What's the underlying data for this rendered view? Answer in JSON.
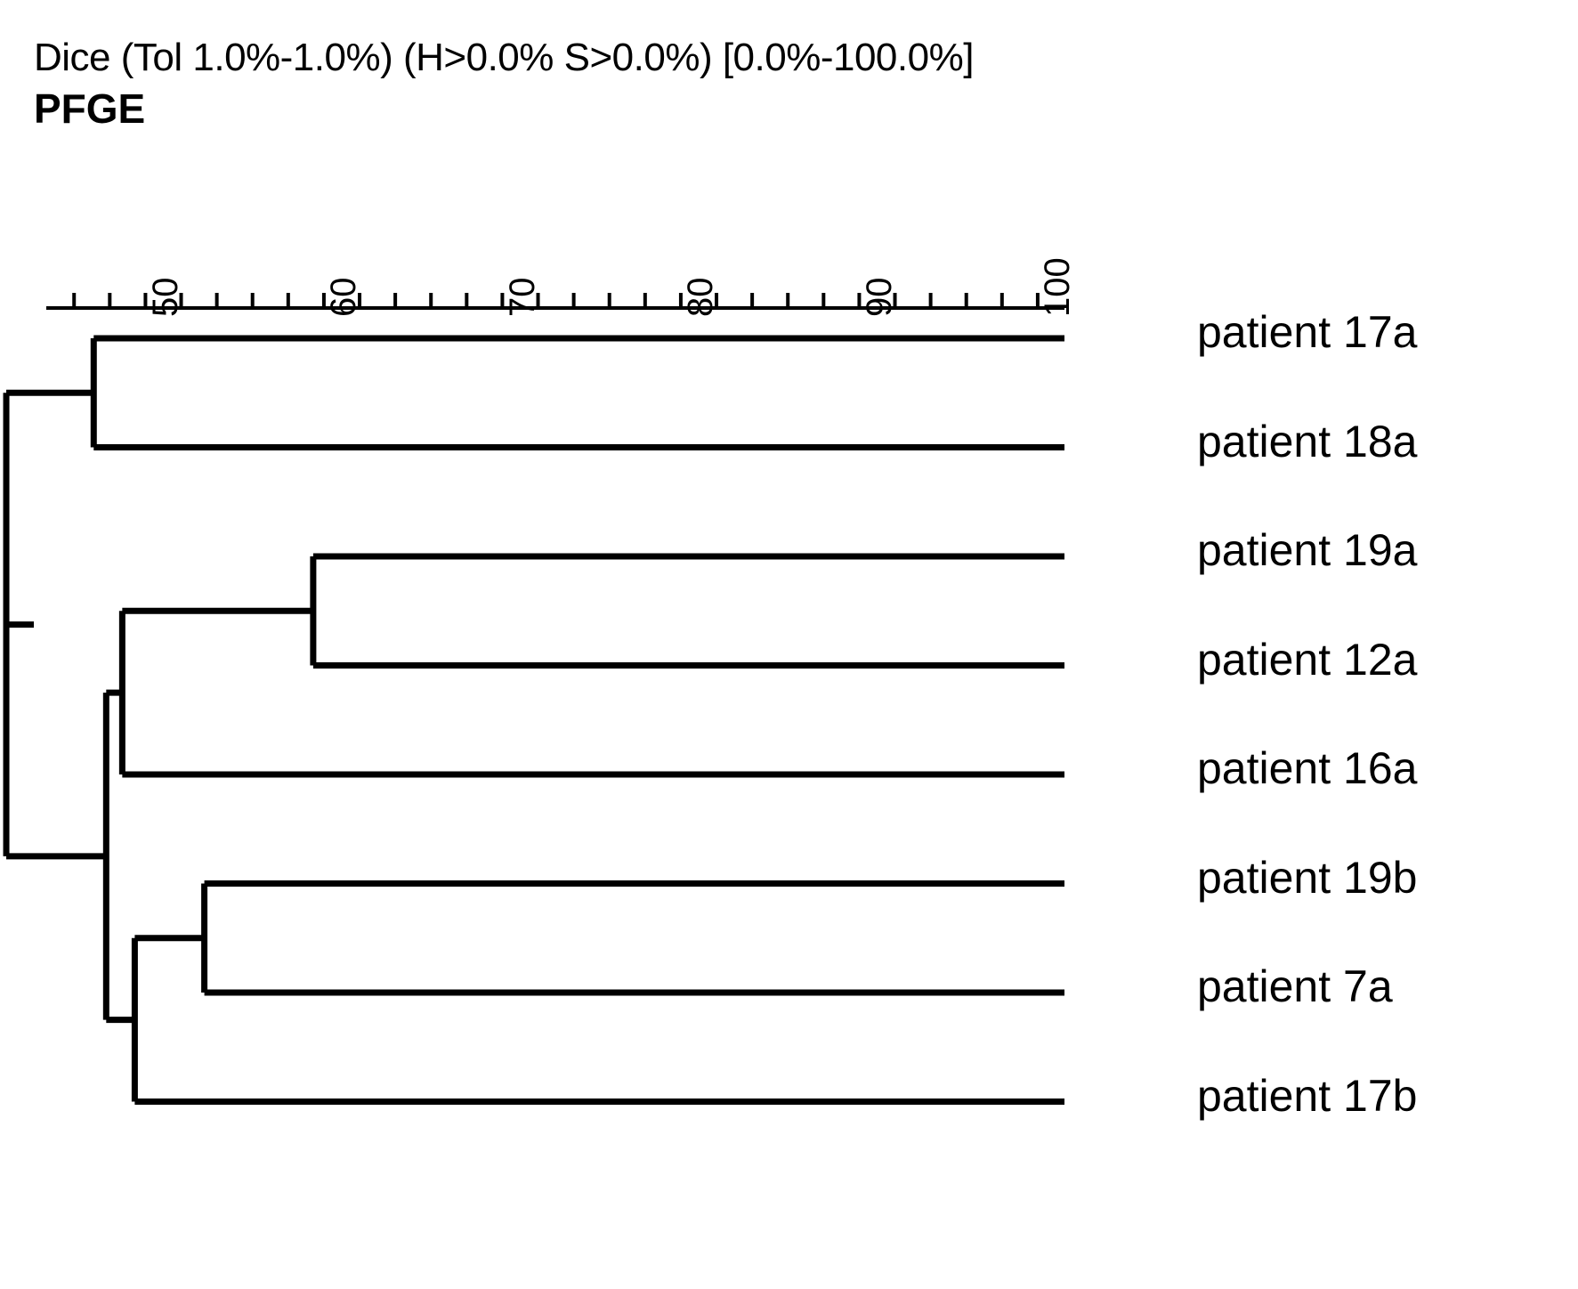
{
  "header": {
    "similarity_line": "Dice (Tol 1.0%-1.0%) (H>0.0% S>0.0%) [0.0%-100.0%]",
    "method": "PFGE"
  },
  "chart_data": {
    "type": "dendrogram",
    "title": "Dice (Tol 1.0%-1.0%) (H>0.0% S>0.0%) [0.0%-100.0%]",
    "subtitle": "PFGE",
    "xlabel": "",
    "ylabel": "",
    "similarity_axis": {
      "orientation": "top",
      "direction": "left-to-right increasing similarity",
      "range": [
        40,
        100
      ],
      "tick_labels": [
        "50",
        "60",
        "70",
        "80",
        "90",
        "100"
      ],
      "tick_values": [
        50,
        60,
        70,
        80,
        90,
        100
      ],
      "minor_tick_step": 2,
      "label_rotation_deg": -90,
      "grid": false
    },
    "leaves": [
      {
        "label": "patient 17a",
        "index": 0
      },
      {
        "label": "patient 18a",
        "index": 1
      },
      {
        "label": "patient 19a",
        "index": 2
      },
      {
        "label": "patient 12a",
        "index": 3
      },
      {
        "label": "patient 16a",
        "index": 4
      },
      {
        "label": "patient 19b",
        "index": 5
      },
      {
        "label": "patient 7a",
        "index": 6
      },
      {
        "label": "patient 17b",
        "index": 7
      }
    ],
    "merges": [
      {
        "id": "n1",
        "children": [
          "patient 17a",
          "patient 18a"
        ],
        "similarity": 45.6
      },
      {
        "id": "n2",
        "children": [
          "patient 19a",
          "patient 12a"
        ],
        "similarity": 57.9
      },
      {
        "id": "n3",
        "children": [
          "patient 19b",
          "patient 7a"
        ],
        "similarity": 51.8
      },
      {
        "id": "n4",
        "children": [
          "n2",
          "patient 16a"
        ],
        "similarity": 47.2
      },
      {
        "id": "n5",
        "children": [
          "n3",
          "patient 17b"
        ],
        "similarity": 47.9
      },
      {
        "id": "n6",
        "children": [
          "n4",
          "n5"
        ],
        "similarity": 46.3
      },
      {
        "id": "n7",
        "children": [
          "n1",
          "n6"
        ],
        "similarity": 40.7
      }
    ],
    "legend": null,
    "annotations": []
  },
  "axis_ticks": [
    {
      "label": "50"
    },
    {
      "label": "60"
    },
    {
      "label": "70"
    },
    {
      "label": "80"
    },
    {
      "label": "90"
    },
    {
      "label": "100"
    }
  ],
  "colors": {
    "background": "#ffffff",
    "line": "#000000",
    "text": "#000000"
  }
}
